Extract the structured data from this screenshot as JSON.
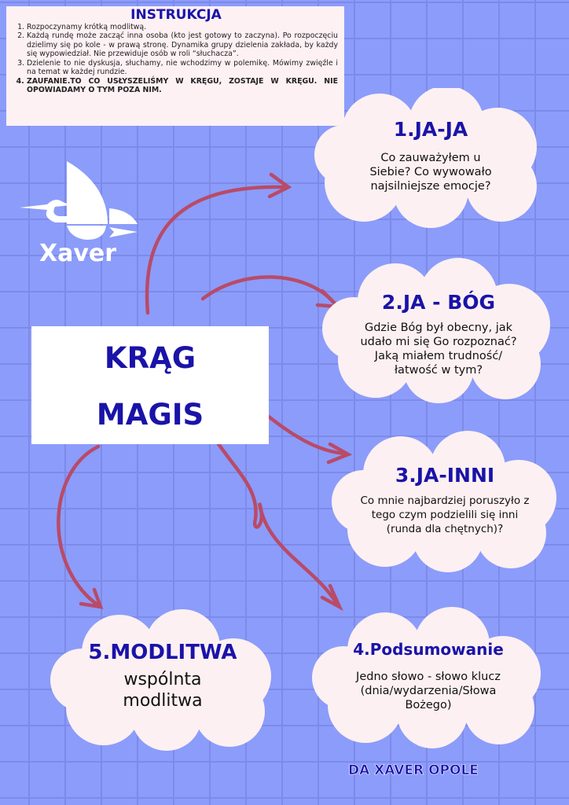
{
  "instructions": {
    "title": "INSTRUKCJA",
    "items": [
      "Rozpoczynamy krótką modlitwą.",
      "Każdą rundę może zacząć inna osoba (kto jest gotowy to zaczyna). Po rozpoczęciu dzielimy się po kole - w prawą stronę. Dynamika grupy dzielenia zakłada, by każdy się wypowiedział. Nie przewiduje osób w roli “słuchacza”.",
      "Dzielenie to nie dyskusja, słuchamy, nie wchodzimy w polemikę. Mówimy zwięźle i na temat w każdej rundzie.",
      "ZAUFANIE.TO CO USŁYSZELIŚMY W KRĘGU, ZOSTAJE W KRĘGU. NIE OPOWIADAMY O TYM POZA NIM."
    ]
  },
  "logo": {
    "text": "Xaver"
  },
  "title": {
    "line1": "KRĄG",
    "line2": "MAGIS"
  },
  "steps": [
    {
      "heading": "1.JA-JA",
      "body": "Co zauważyłem u Siebie? Co wywowało najsilniejsze emocje?"
    },
    {
      "heading": "2.JA - BÓG",
      "body": "Gdzie Bóg był obecny, jak udało mi się Go rozpoznać? Jaką miałem trudność/ łatwość w tym?"
    },
    {
      "heading": "3.JA-INNI",
      "body": "Co mnie najbardziej poruszyło z tego czym podzielili się inni (runda dla chętnych)?"
    },
    {
      "heading": "4.Podsumowanie",
      "body": "Jedno słowo - słowo klucz (dnia/wydarzenia/Słowa Bożego)"
    },
    {
      "heading": "5.MODLITWA",
      "body": "wspólnta modlitwa"
    }
  ],
  "footer": "DA XAVER OPOLE",
  "colors": {
    "background": "#8c9cfa",
    "accent": "#1a13a8",
    "arrow": "#b84b68",
    "cloud": "#fdf0f2"
  }
}
